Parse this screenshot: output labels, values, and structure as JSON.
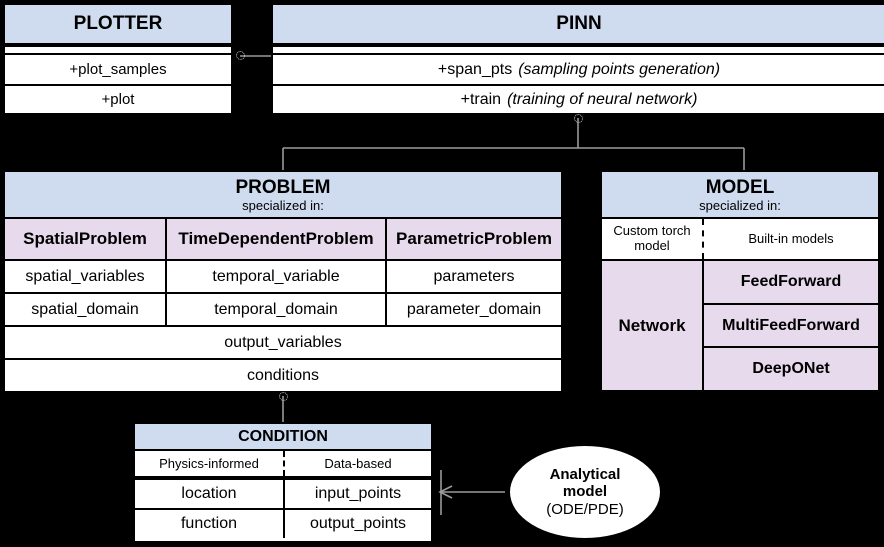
{
  "diagram": {
    "title": "PINA software architecture UML class diagram",
    "colors": {
      "header_blue": "#cfdcef",
      "subclass_pink": "#e7daec",
      "background": "#000000",
      "box_fill": "#ffffff",
      "line": "#9a9a9a"
    }
  },
  "plotter": {
    "title": "PLOTTER",
    "methods": [
      "+plot_samples",
      "+plot"
    ]
  },
  "pinn": {
    "title": "PINN",
    "methods": [
      {
        "name": "+span_pts",
        "note": "(sampling points generation)"
      },
      {
        "name": "+train",
        "note": "(training of neural network)"
      }
    ]
  },
  "problem": {
    "title": "PROBLEM",
    "subtitle": "specialized in:",
    "subclasses": [
      "SpatialProblem",
      "TimeDependentProblem",
      "ParametricProblem"
    ],
    "attribute_rows": [
      [
        "spatial_variables",
        "temporal_variable",
        "parameters"
      ],
      [
        "spatial_domain",
        "temporal_domain",
        "parameter_domain"
      ]
    ],
    "shared_attributes": [
      "output_variables",
      "conditions"
    ]
  },
  "model": {
    "title": "MODEL",
    "subtitle": "specialized in:",
    "custom_label": "Custom torch model",
    "builtin_label": "Built-in models",
    "custom_entry": "Network",
    "builtin_entries": [
      "FeedForward",
      "MultiFeedForward",
      "DeepONet"
    ]
  },
  "condition": {
    "title": "CONDITION",
    "kinds": [
      "Physics-informed",
      "Data-based"
    ],
    "rows": [
      [
        "location",
        "input_points"
      ],
      [
        "function",
        "output_points"
      ]
    ]
  },
  "analytical": {
    "line1": "Analytical",
    "line2": "model",
    "line3": "(ODE/PDE)"
  }
}
